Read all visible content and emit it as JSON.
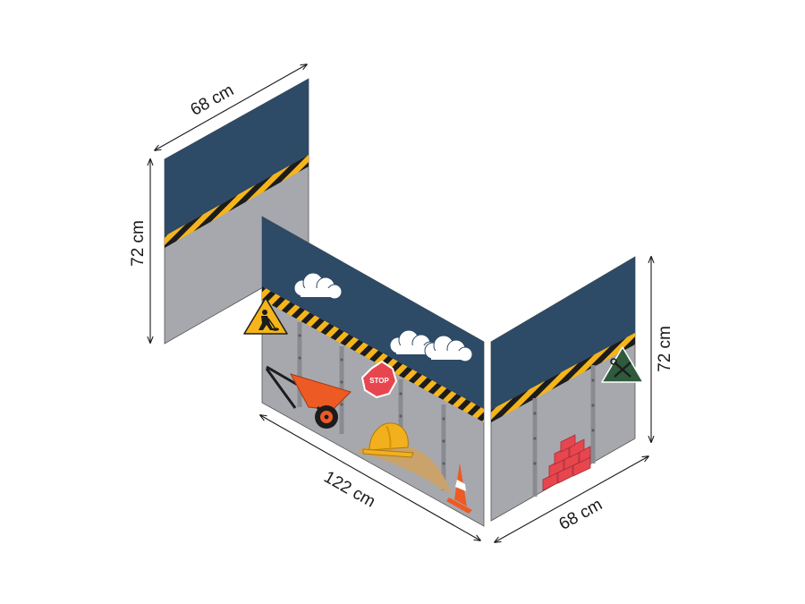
{
  "dimensions": {
    "left_panel_width": "68 cm",
    "left_panel_height": "72 cm",
    "front_panel_width": "122 cm",
    "right_panel_width": "68 cm",
    "right_panel_height": "72 cm"
  },
  "signs": {
    "stop_label": "STOP"
  },
  "icons": {
    "worker_sign": "construction-worker-icon",
    "tools_sign": "wrench-screwdriver-icon",
    "wheelbarrow": "wheelbarrow-icon",
    "hard_hat": "hard-hat-icon",
    "traffic_cone": "traffic-cone-icon",
    "bricks": "brick-stack-icon",
    "clouds": "cloud-icon"
  },
  "colors": {
    "sky": "#2d4a66",
    "wall": "#a7a8ad",
    "hazard_yellow": "#f5b51a",
    "hazard_black": "#1c1c1c",
    "wheelbarrow": "#ee5a24",
    "stop_sign": "#e8464f",
    "hard_hat": "#f2b01e",
    "sand": "#c9a36b",
    "bricks": "#e8464f",
    "tools_sign": "#2e5b3c"
  }
}
